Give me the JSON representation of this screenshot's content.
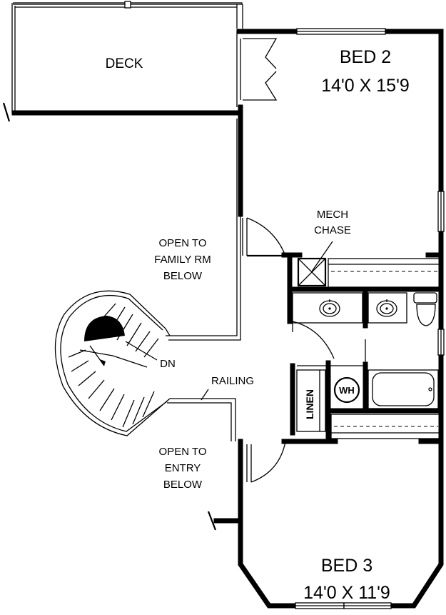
{
  "rooms": {
    "deck": {
      "name": "DECK"
    },
    "bed2": {
      "name": "BED 2",
      "size": "14'0 X 15'9"
    },
    "bed3": {
      "name": "BED 3",
      "size": "14'0 X 11'9"
    }
  },
  "notes": {
    "mech_chase": [
      "MECH",
      "CHASE"
    ],
    "open_family": [
      "OPEN TO",
      "FAMILY RM",
      "BELOW"
    ],
    "open_entry": [
      "OPEN TO",
      "ENTRY",
      "BELOW"
    ],
    "stair_dn": "DN",
    "railing": "RAILING",
    "water_heater": "WH",
    "linen": "LINEN"
  }
}
